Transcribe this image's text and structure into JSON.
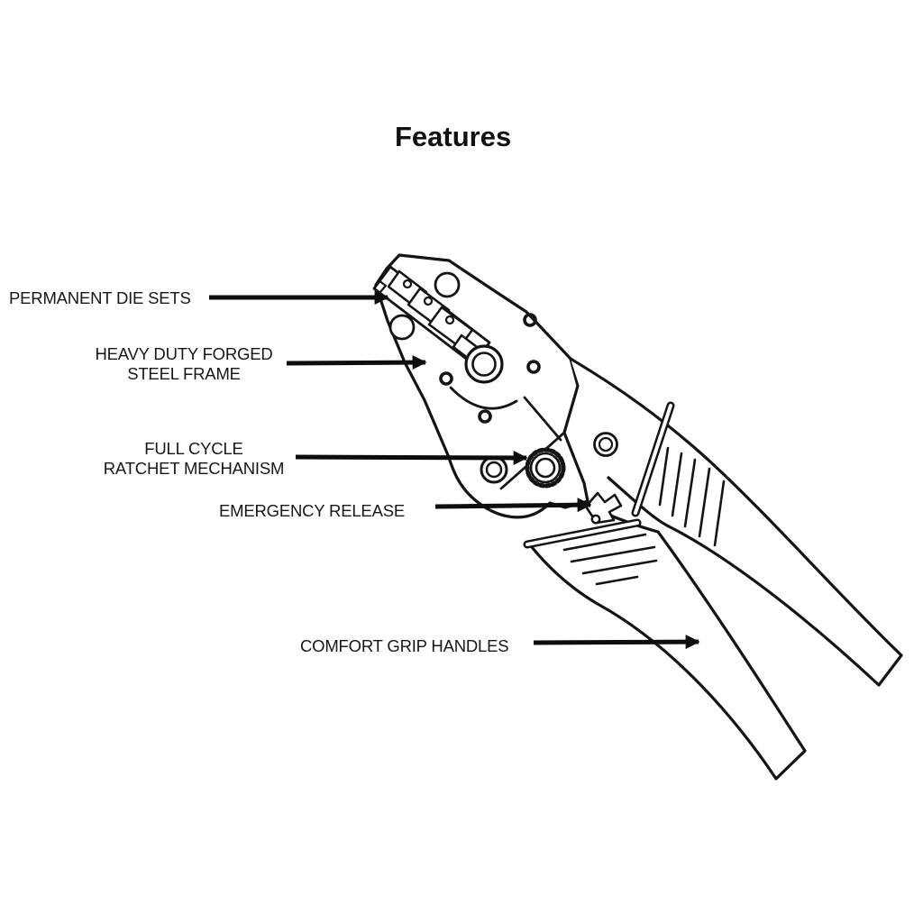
{
  "page": {
    "title": "Features"
  },
  "colors": {
    "ink": "#141414",
    "background": "#ffffff"
  },
  "illustration": {
    "subject_icon": "crimping-tool-illustration"
  },
  "callouts": {
    "die_sets": {
      "label": "PERMANENT DIE SETS"
    },
    "steel_frame": {
      "label_line1": "HEAVY DUTY FORGED",
      "label_line2": "STEEL FRAME"
    },
    "ratchet": {
      "label_line1": "FULL CYCLE",
      "label_line2": "RATCHET MECHANISM"
    },
    "emergency_release": {
      "label": "EMERGENCY RELEASE"
    },
    "grip_handles": {
      "label": "COMFORT GRIP HANDLES"
    }
  }
}
